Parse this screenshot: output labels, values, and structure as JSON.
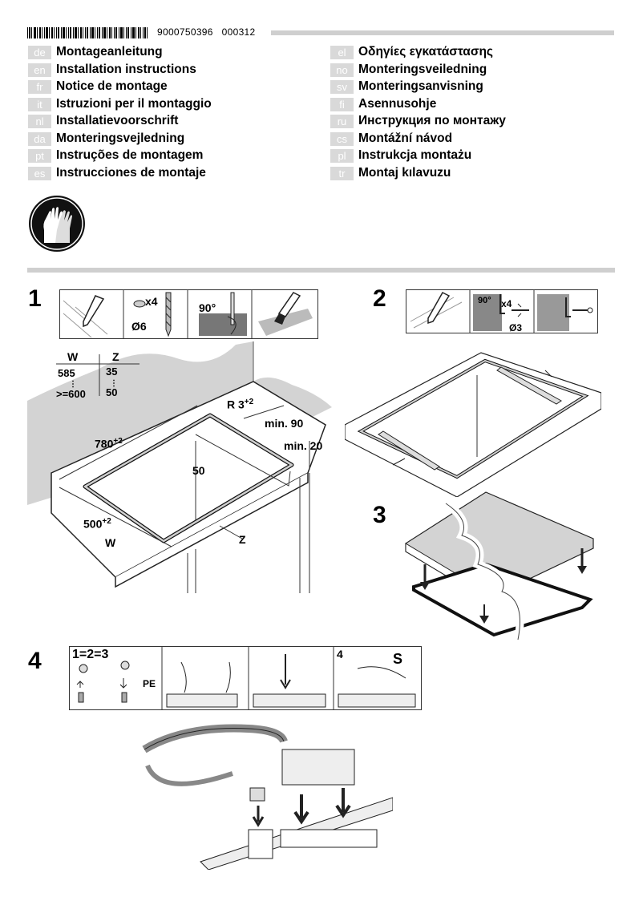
{
  "header": {
    "doc_number": "9000750396",
    "doc_code": "000312"
  },
  "languages_left": [
    {
      "code": "de",
      "title": "Montageanleitung"
    },
    {
      "code": "en",
      "title": "Installation instructions"
    },
    {
      "code": "fr",
      "title": "Notice de montage"
    },
    {
      "code": "it",
      "title": "Istruzioni per il montaggio"
    },
    {
      "code": "nl",
      "title": "Installatievoorschrift"
    },
    {
      "code": "da",
      "title": "Monteringsvejledning"
    },
    {
      "code": "pt",
      "title": "Instruções de montagem"
    },
    {
      "code": "es",
      "title": "Instrucciones de montaje"
    }
  ],
  "languages_right": [
    {
      "code": "el",
      "title": "Οδηγίες εγκατάστασης"
    },
    {
      "code": "no",
      "title": "Monteringsveiledning"
    },
    {
      "code": "sv",
      "title": "Monteringsanvisning"
    },
    {
      "code": "fi",
      "title": "Asennusohje"
    },
    {
      "code": "ru",
      "title": "Инструкция по монтажу"
    },
    {
      "code": "cs",
      "title": "Montážní návod"
    },
    {
      "code": "pl",
      "title": "Instrukcja montażu"
    },
    {
      "code": "tr",
      "title": "Montaj kılavuzu"
    }
  ],
  "steps": {
    "s1": "1",
    "s2": "2",
    "s3": "3",
    "s4": "4"
  },
  "step1": {
    "x4": "x4",
    "diameter": "Ø6",
    "angle": "90°",
    "table_w": "W",
    "table_z": "Z",
    "w_min": "585",
    "w_max": ">=600",
    "z_min": "35",
    "z_max": "50",
    "radius": "R 3",
    "radius_tol": "+2",
    "min90": "min. 90",
    "min20": "min. 20",
    "dim780": "780",
    "dim780_tol": "+2",
    "dim50": "50",
    "dim500": "500",
    "dim500_tol": "+2",
    "label_w": "W",
    "label_z": "Z"
  },
  "step2": {
    "angle": "90°",
    "x4": "x4",
    "diameter": "Ø3"
  },
  "step4": {
    "equal": "1=2=3",
    "pe": "PE",
    "sub4": "4",
    "s_label": "S"
  },
  "icons": [
    "barcode-icon",
    "gloves-icon"
  ]
}
